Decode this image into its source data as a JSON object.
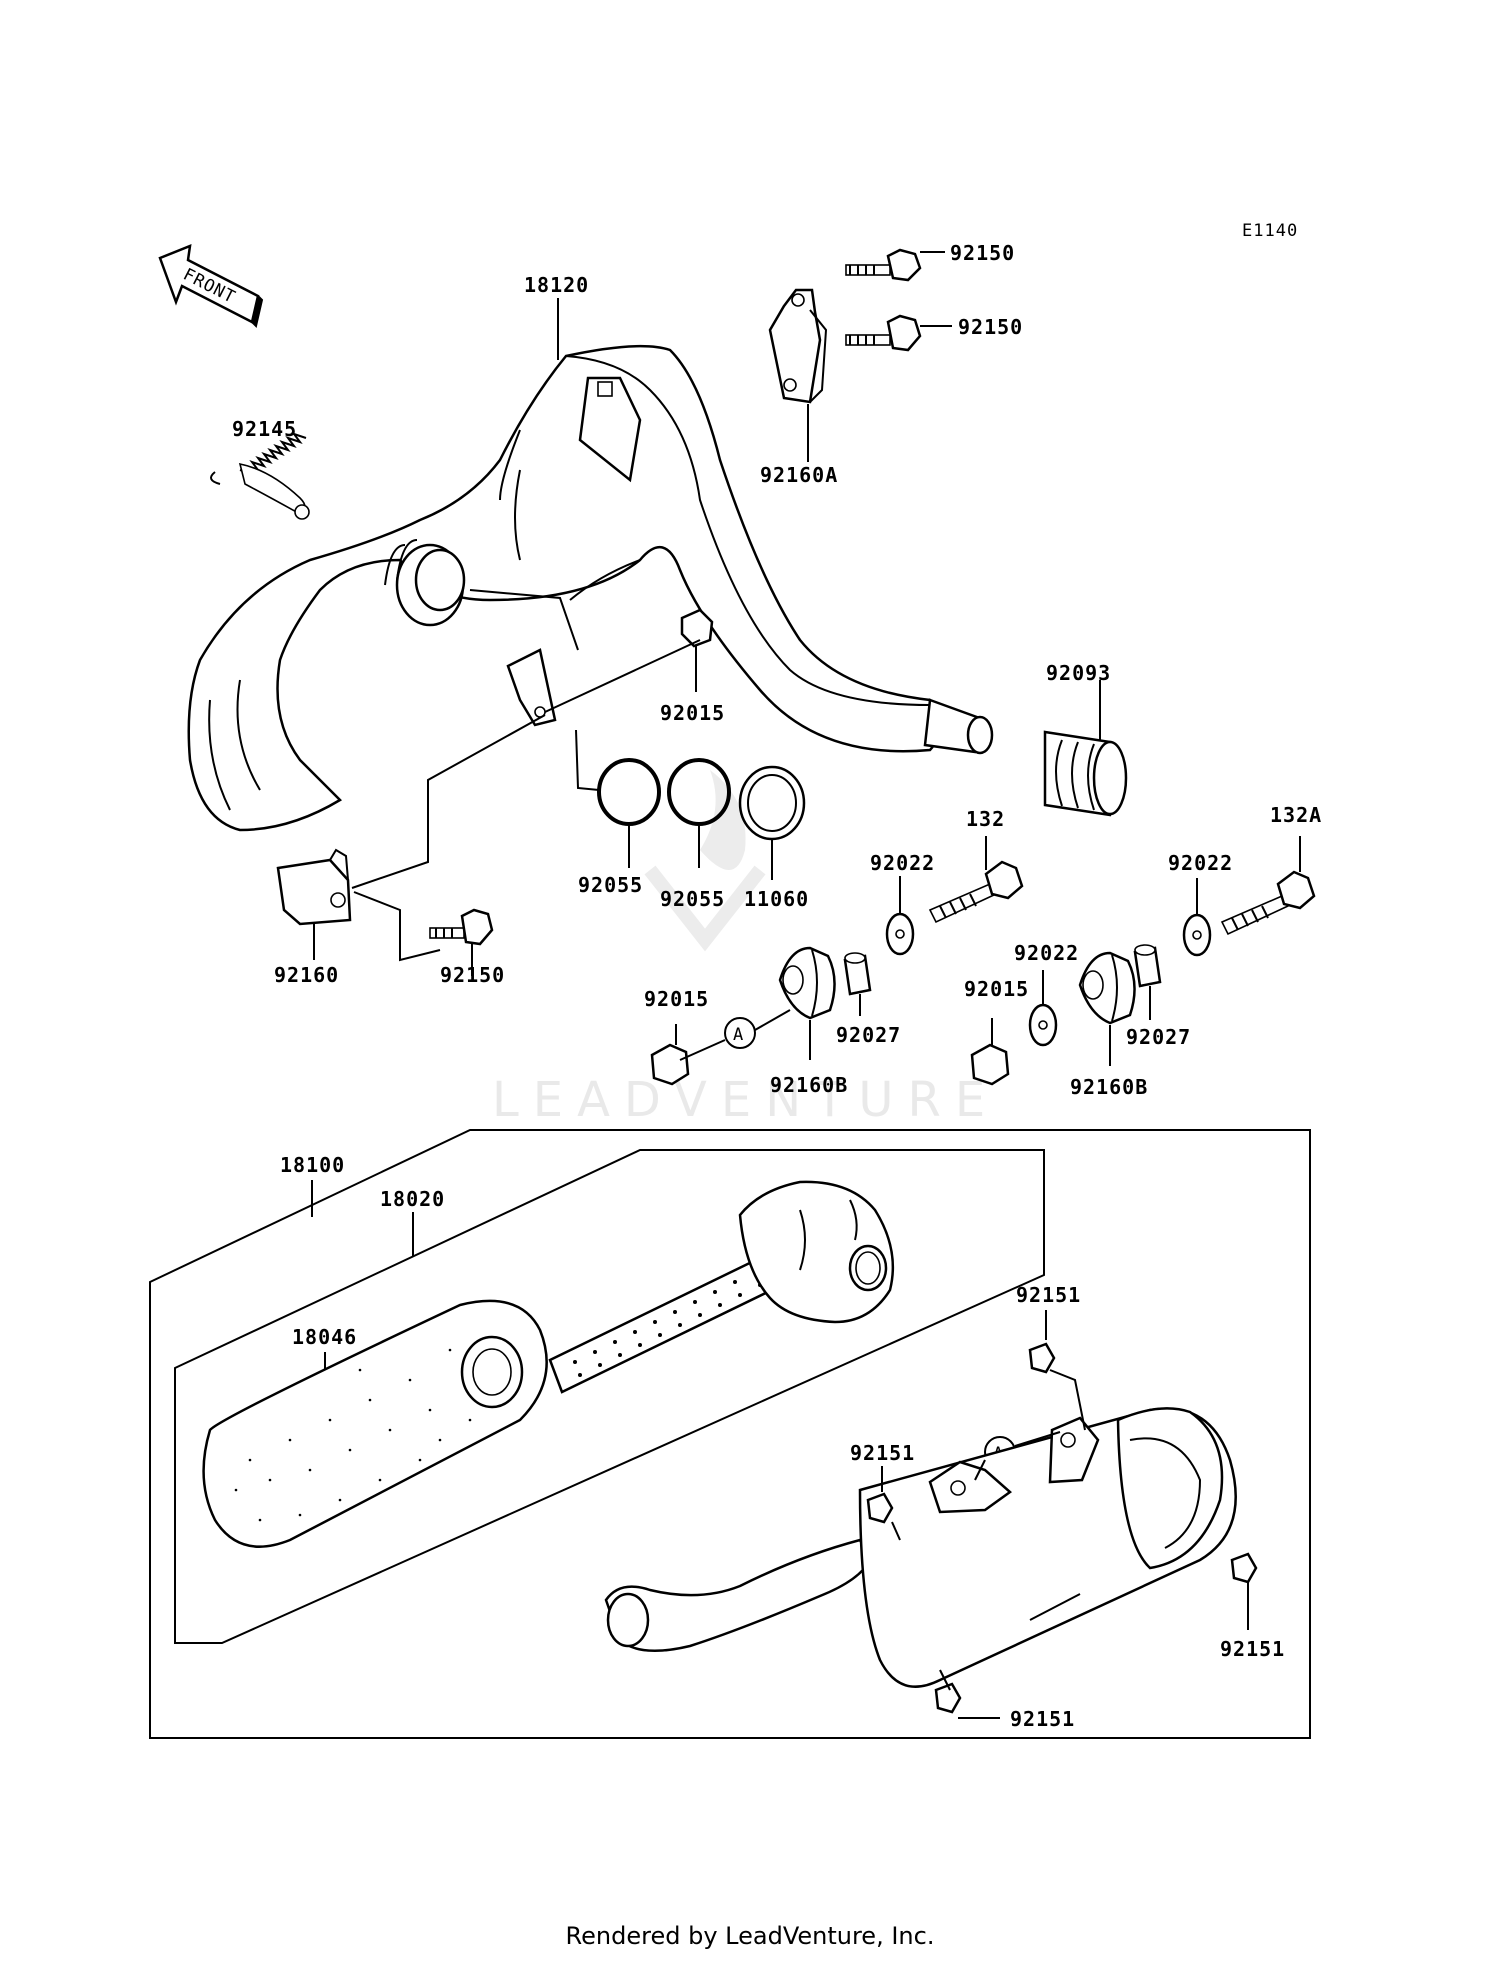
{
  "diagram_code": "E1140",
  "front_label": "FRONT",
  "watermark": "LEADVENTURE",
  "footer": "Rendered by LeadVenture, Inc.",
  "callout_a": "A",
  "part_labels": {
    "p18120": "18120",
    "p92145": "92145",
    "p92150_top1": "92150",
    "p92150_top2": "92150",
    "p92160A": "92160A",
    "p92015_top": "92015",
    "p92093": "92093",
    "p92055_1": "92055",
    "p92055_2": "92055",
    "p11060": "11060",
    "p132": "132",
    "p132A": "132A",
    "p92022_1": "92022",
    "p92022_2": "92022",
    "p92022_3": "92022",
    "p92015_mid1": "92015",
    "p92015_mid2": "92015",
    "p92027_1": "92027",
    "p92027_2": "92027",
    "p92160B_1": "92160B",
    "p92160B_2": "92160B",
    "p92160": "92160",
    "p92150_low": "92150",
    "p18100": "18100",
    "p18020": "18020",
    "p18046": "18046",
    "p92151_1": "92151",
    "p92151_2": "92151",
    "p92151_3": "92151",
    "p92151_4": "92151"
  }
}
